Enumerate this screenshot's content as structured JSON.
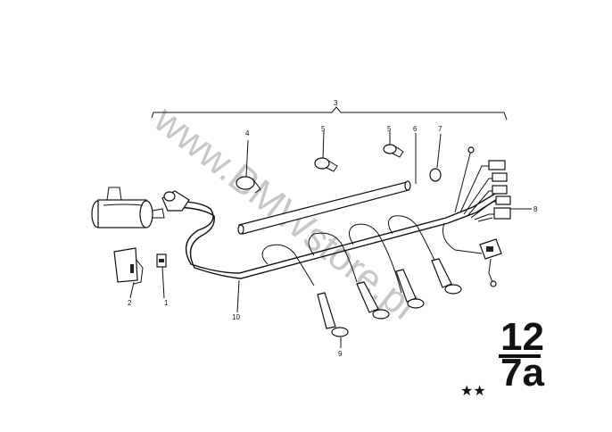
{
  "diagram": {
    "callouts": [
      "1",
      "2",
      "3",
      "4",
      "5",
      "5",
      "6",
      "7",
      "8",
      "9",
      "10"
    ],
    "page_number_top": "12",
    "page_number_bottom": "7a",
    "stars": "★★",
    "watermark": "www.BMWstore.pl"
  }
}
